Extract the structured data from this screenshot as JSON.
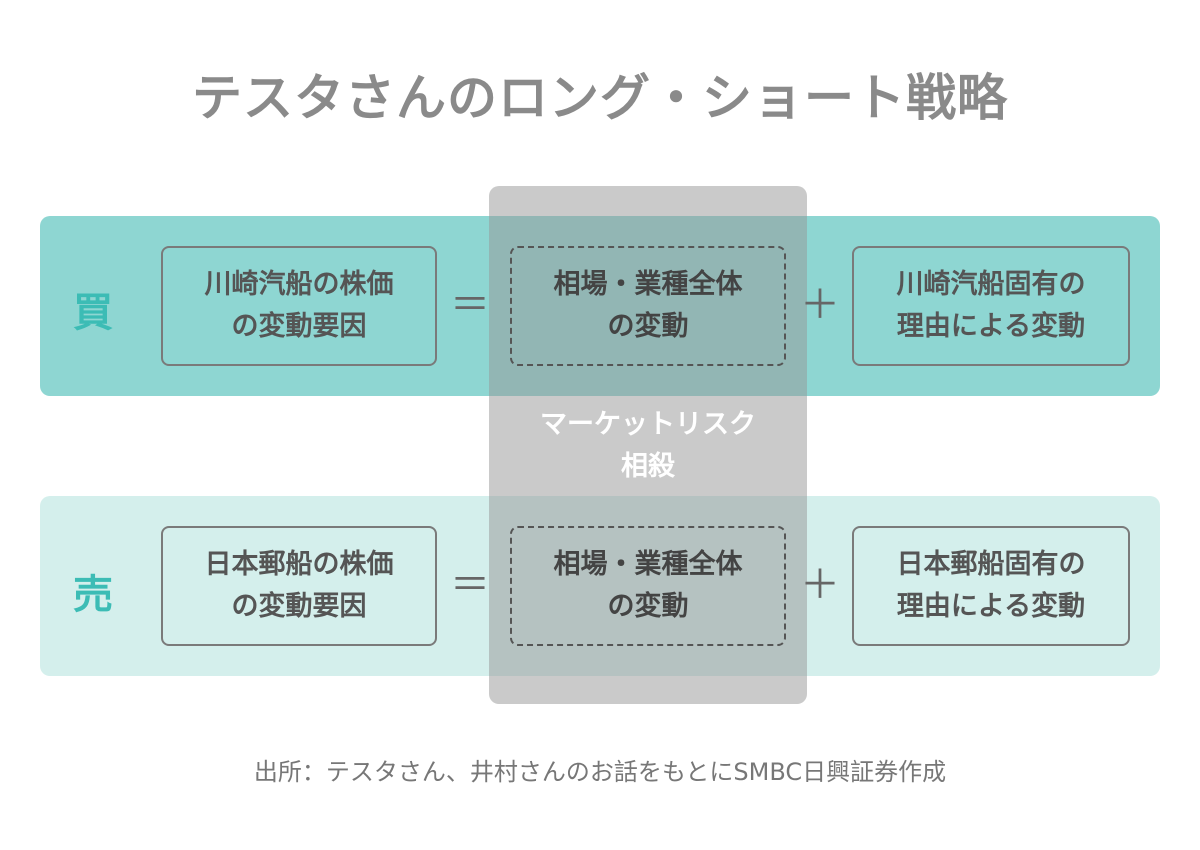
{
  "title": "テスタさんのロング・ショート戦略",
  "rows": [
    {
      "side_label": "買",
      "stock_box": [
        "川崎汽船の株価",
        "の変動要因"
      ],
      "equals": "＝",
      "market_box": [
        "相場・業種全体",
        "の変動"
      ],
      "plus": "＋",
      "specific_box": [
        "川崎汽船固有の",
        "理由による変動"
      ]
    },
    {
      "side_label": "売",
      "stock_box": [
        "日本郵船の株価",
        "の変動要因"
      ],
      "equals": "＝",
      "market_box": [
        "相場・業種全体",
        "の変動"
      ],
      "plus": "＋",
      "specific_box": [
        "日本郵船固有の",
        "理由による変動"
      ]
    }
  ],
  "market_risk_label": [
    "マーケットリスク",
    "相殺"
  ],
  "source": "出所：テスタさん、井村さんのお話をもとにSMBC日興証券作成",
  "colors": {
    "buy_band": "#8ed6d2",
    "sell_band": "#d4efec",
    "label_teal": "#3cbcb5",
    "market_overlay": "#969696"
  }
}
